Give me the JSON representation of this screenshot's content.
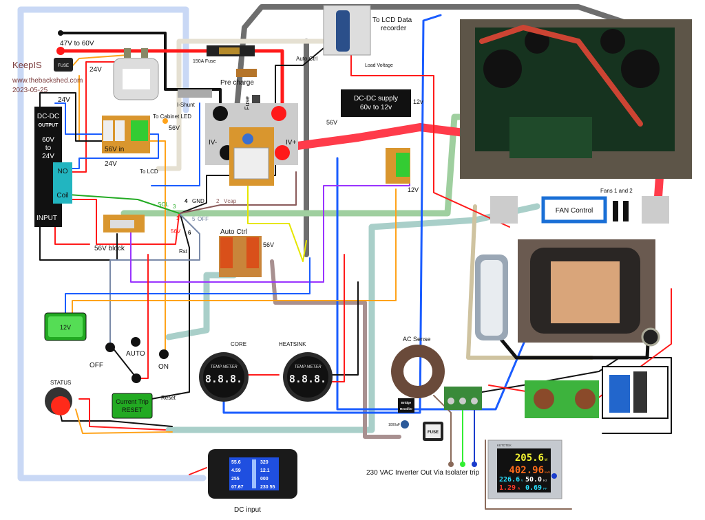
{
  "watermark": {
    "name": "KeepIS",
    "site": "www.thebackshed.com",
    "date": "2023-05-25"
  },
  "colors": {
    "wire_red": "#ff1a1a",
    "wire_black": "#111111",
    "wire_blue": "#1a5cff",
    "wire_orange": "#ffa31a",
    "wire_lightblue": "#c9d8f5",
    "wire_green_thick": "#9fcf9f",
    "wire_teal_thick": "#a9cfc9",
    "wire_beige": "#e5e0d2",
    "wire_gray": "#6e6e6e",
    "wire_brown": "#8a6a5a",
    "wire_purple": "#9933ff",
    "wire_yellow": "#e6e600",
    "button_green": "#33cc33",
    "dcdc_teal": "#22b5c0",
    "fan_blue": "#1a6fd6",
    "label_maroon": "#7a3a3a"
  },
  "labels": {
    "input_voltage": "47V  to 60V",
    "fuse_small": "FUSE",
    "v24_a": "24V",
    "v24_b": "24V",
    "v24_c": "24V",
    "fuse_150a": "150A Fuse",
    "i_shunt": "I-Shunt",
    "pre_charge": "Pre charge",
    "fuse_pre": "Fuse",
    "iv_minus": "IV-",
    "iv_plus": "IV+",
    "to_cabinet_led": "To Cabinet LED",
    "v56_a": "56V",
    "v56_in": "56V in",
    "to_lcd": "To LCD",
    "lcd_recorder_1": "To LCD Data",
    "lcd_recorder_2": "recorder",
    "auto_ctrl_top": "Auto Ctrl",
    "load_voltage": "Load Voltage",
    "v12_top": "12v",
    "v56_b": "56V",
    "v12_mid": "12V",
    "fans": "Fans 1 and 2",
    "sol": "SOL",
    "pin3": "3",
    "pin4": "4",
    "gnd": "GND",
    "pin2": "2",
    "vcap": "Vcap",
    "pin1": "1",
    "pin5": "5",
    "off_pin": "OFF",
    "v56_c": "56V",
    "pin6": "6",
    "rst": "Rst",
    "block_56v": "56V block",
    "auto_ctrl": "Auto Ctrl",
    "v56_d": "56V",
    "off": "OFF",
    "auto": "AUTO",
    "on": "ON",
    "core": "CORE",
    "heatsink": "HEATSINK",
    "ac_sense": "AC Sense",
    "status": "STATUS",
    "reset": "Reset",
    "bridge_1": "Bridge",
    "bridge_2": "Rectifier",
    "cap": "1000uF",
    "fuse_ac": "FUSE",
    "inverter_out": "230 VAC Inverter Out  Via Isolater trip",
    "dc_input": "DC input"
  },
  "dcdc_24": {
    "title": "DC-DC",
    "subtitle": "OUTPUT",
    "v1": "60V",
    "to": "to",
    "v2": "24V",
    "no": "NO",
    "coil": "Coil",
    "input": "INPUT"
  },
  "dcdc_12": {
    "line1": "DC-DC supply",
    "line2": "60v to 12v"
  },
  "fan_control": {
    "label": "FAN Control"
  },
  "button_12v": {
    "label": "12V"
  },
  "current_trip": {
    "line1": "Current Trip",
    "line2": "RESET"
  },
  "temp_meters": [
    {
      "brand": "TEMP METER",
      "reading": "8.8.8."
    },
    {
      "brand": "TEMP METER",
      "reading": "8.8.8."
    }
  ],
  "dc_meter": {
    "voltage": "55.6",
    "current": "4.59",
    "power": "255",
    "energy": "07.67",
    "capacity": "320",
    "resistance": "12.1",
    "ext": "000",
    "time": "230 55"
  },
  "ac_meter": {
    "brand": "KETOTEK",
    "power": "205.6",
    "power_unit": "w",
    "energy": "402.96",
    "energy_unit": "kwh",
    "voltage": "226.6",
    "voltage_unit": "v",
    "freq": "50.0",
    "freq_unit": "Hz",
    "current": "1.29",
    "current_unit": "A",
    "pf": "0.69",
    "pf_unit": "PF"
  }
}
